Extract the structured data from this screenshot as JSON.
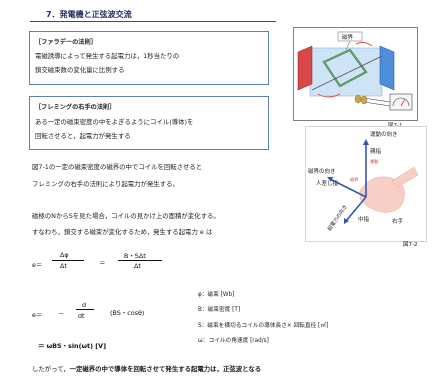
{
  "title": "7．発電機と正弦波交流",
  "faraday": {
    "heading": "［ファラデーの法則］",
    "line1": "電磁誘導によって発生する起電力は，1秒当たりの",
    "line2": "鎖交磁束数の変化量に比例する"
  },
  "fleming": {
    "heading": "［フレミングの右手の法則］",
    "line1": "ある一定の磁束密度の中をよぎるようにコイル(導体)を",
    "line2": "回転させると，起電力が発生する"
  },
  "para1": {
    "line1": "図7-1の一定の磁束密度の磁界の中でコイルを回転させると",
    "line2": "フレミングの右手の法則により起電力が発生する。"
  },
  "para2": {
    "line1": "磁極のNからSを見た場合，コイルの見かけ上の面積が変化する。",
    "line2": "すなわち，鎖交する磁束が変化するため，発生する起電力 e は"
  },
  "formula": {
    "e": "e＝",
    "eq": "＝",
    "num1": "Δφ",
    "den1": "Δt",
    "num2": "B・SΔt",
    "den2": "Δt",
    "e2": "e＝",
    "minus": "－",
    "d": "d",
    "dt": "dt",
    "paren": "(BS・cosθ)",
    "result": "＝ ωBS・sin(ωt) [V]"
  },
  "legend": {
    "l1": "φ：磁束 [Wb]",
    "l2": "B：磁束密度 [T]",
    "l3": "S：磁束を横切るコイルの導体長さ× 回転直径 [㎡]",
    "l4": "ω：コイルの角速度 [rad/s]"
  },
  "conclusion": {
    "pre": "したがって，",
    "bold": "一定磁界の中で導体を回転させて発生する起電力は，正弦波となる"
  },
  "fig1": {
    "caption": "図7-1",
    "label_magnetic": "磁界"
  },
  "fig2": {
    "caption": "図7-2",
    "motion": "運動の向き",
    "field": "磁界の向き",
    "index": "人差し指",
    "thumb": "親指",
    "middle": "中指",
    "emf": "起電力の向き",
    "right": "右手"
  },
  "colors": {
    "box_border": "#5b7fb8",
    "title": "#203060",
    "arrow_blue": "#3355b0"
  }
}
